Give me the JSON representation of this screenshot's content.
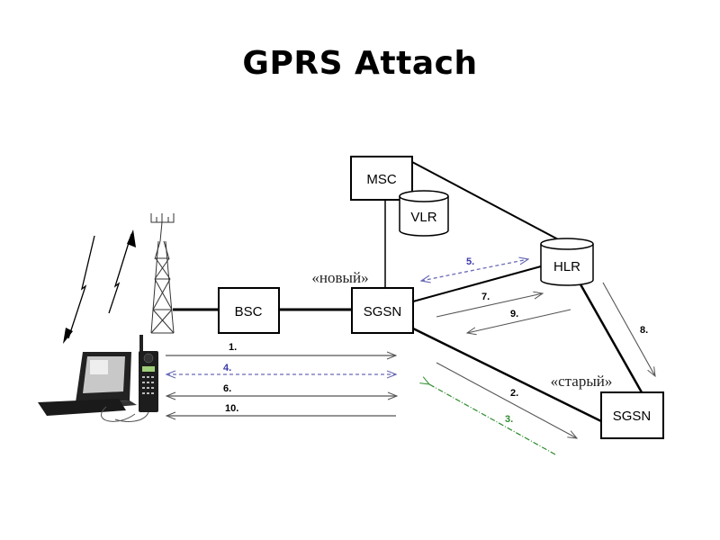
{
  "title": "GPRS Attach",
  "colors": {
    "line": "#000000",
    "message": "#555555",
    "blue": "#4a4aa8",
    "green": "#2e8b2e"
  },
  "nodes": {
    "bsc": "BSC",
    "sgsn_new": "SGSN",
    "sgsn_old": "SGSN",
    "msc": "MSC",
    "vlr": "VLR",
    "hlr": "HLR"
  },
  "roles": {
    "new": "«новый»",
    "old": "«старый»"
  },
  "messages": [
    {
      "step": "1.",
      "from": "MS",
      "to": "new SGSN",
      "style": "solid",
      "direction": "forward"
    },
    {
      "step": "2.",
      "from": "new SGSN",
      "to": "old SGSN",
      "style": "solid",
      "direction": "forward"
    },
    {
      "step": "3.",
      "from": "old SGSN",
      "to": "new SGSN",
      "style": "dash-dot",
      "color": "green",
      "direction": "forward"
    },
    {
      "step": "4.",
      "from": "MS",
      "to": "new SGSN",
      "style": "dashed",
      "color": "blue",
      "direction": "both"
    },
    {
      "step": "5.",
      "from": "new SGSN",
      "to": "HLR",
      "style": "dashed",
      "color": "blue",
      "direction": "both"
    },
    {
      "step": "6.",
      "from": "MS",
      "to": "new SGSN",
      "style": "solid",
      "direction": "both"
    },
    {
      "step": "7.",
      "from": "new SGSN",
      "to": "HLR",
      "style": "solid",
      "direction": "forward"
    },
    {
      "step": "8.",
      "from": "HLR",
      "to": "old SGSN",
      "style": "solid",
      "direction": "forward"
    },
    {
      "step": "9.",
      "from": "HLR",
      "to": "new SGSN",
      "style": "solid",
      "direction": "forward"
    },
    {
      "step": "10.",
      "from": "new SGSN",
      "to": "MS",
      "style": "solid",
      "direction": "forward"
    }
  ]
}
